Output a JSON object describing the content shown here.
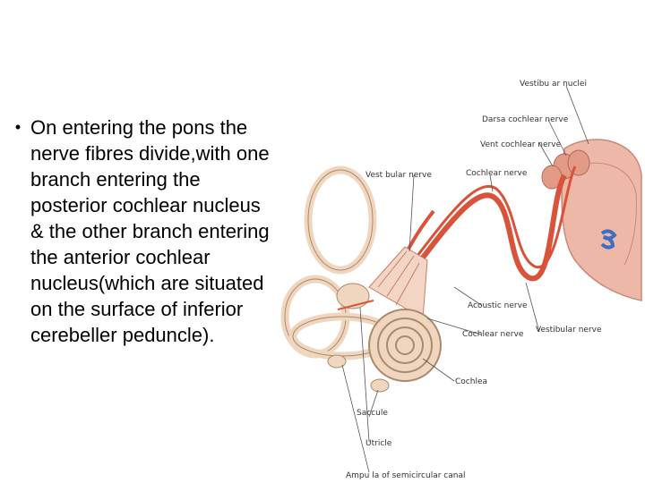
{
  "bullet": {
    "text": "On entering the pons the nerve fibres divide,with one branch entering the posterior cochlear nucleus & the other branch entering the anterior cochlear nucleus(which are situated on the surface of inferior cerebeller peduncle)."
  },
  "figure": {
    "labels": {
      "vestibular_nuclei": "Vestibu ar nuclei",
      "dorsal_cochlear": "Darsa cochlear nerve",
      "ventral_cochlear": "Vent cochlear nerve",
      "vestibular_nerve_top": "Vest bular nerve",
      "cochlear_nerve_top": "Cochlear nerve",
      "acoustic_nerve": "Acoustic nerve",
      "cochlear_nerve_bottom": "Cochlear nerve",
      "vestibular_nerve_bottom": "Vestibular nerve",
      "cochlea": "Cochlea",
      "saccule": "Saccule",
      "utricle": "Utricle",
      "ampulla": "Ampu la of semicircular canal"
    }
  }
}
